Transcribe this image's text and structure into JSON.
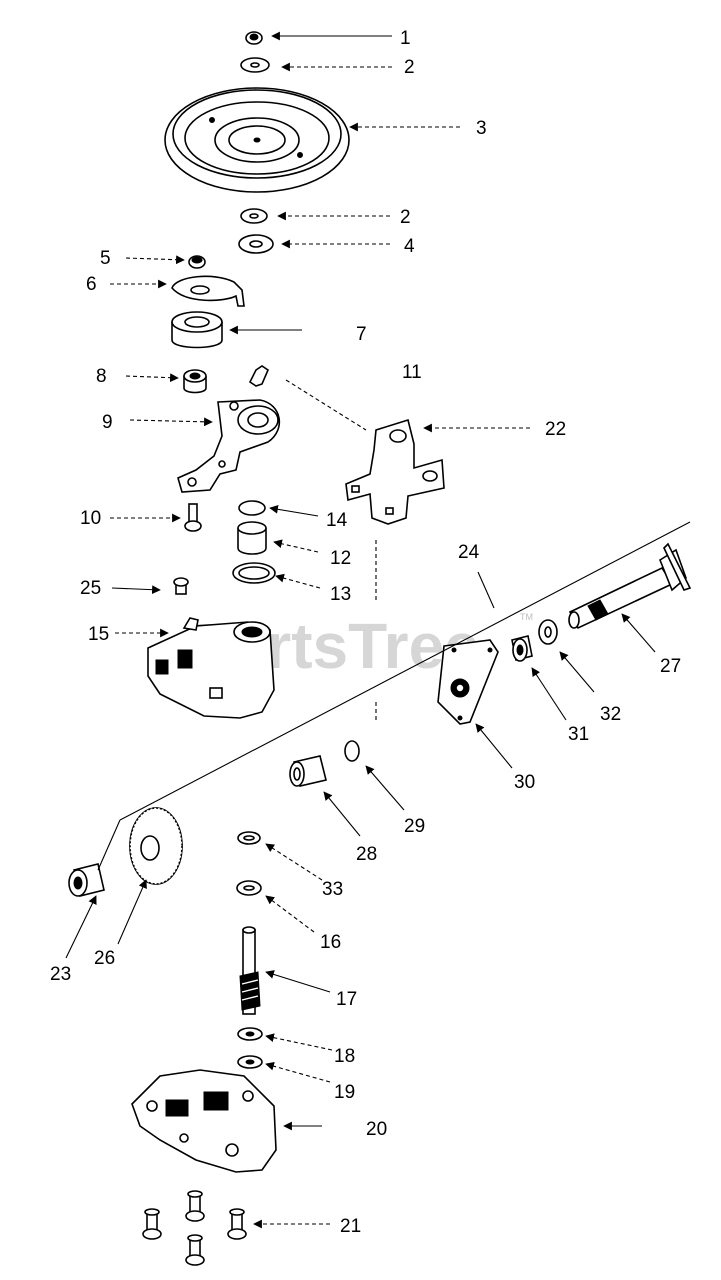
{
  "watermark": {
    "text": "PartsTree",
    "trademark": "TM"
  },
  "callouts": [
    {
      "id": "c1",
      "label": "1"
    },
    {
      "id": "c2a",
      "label": "2"
    },
    {
      "id": "c3",
      "label": "3"
    },
    {
      "id": "c2b",
      "label": "2"
    },
    {
      "id": "c4",
      "label": "4"
    },
    {
      "id": "c5",
      "label": "5"
    },
    {
      "id": "c6",
      "label": "6"
    },
    {
      "id": "c7",
      "label": "7"
    },
    {
      "id": "c8",
      "label": "8"
    },
    {
      "id": "c11",
      "label": "11"
    },
    {
      "id": "c9",
      "label": "9"
    },
    {
      "id": "c22",
      "label": "22"
    },
    {
      "id": "c10",
      "label": "10"
    },
    {
      "id": "c14",
      "label": "14"
    },
    {
      "id": "c12",
      "label": "12"
    },
    {
      "id": "c24",
      "label": "24"
    },
    {
      "id": "c25",
      "label": "25"
    },
    {
      "id": "c13",
      "label": "13"
    },
    {
      "id": "c15",
      "label": "15"
    },
    {
      "id": "c27",
      "label": "27"
    },
    {
      "id": "c32",
      "label": "32"
    },
    {
      "id": "c31",
      "label": "31"
    },
    {
      "id": "c30",
      "label": "30"
    },
    {
      "id": "c29",
      "label": "29"
    },
    {
      "id": "c28",
      "label": "28"
    },
    {
      "id": "c33",
      "label": "33"
    },
    {
      "id": "c26",
      "label": "26"
    },
    {
      "id": "c23",
      "label": "23"
    },
    {
      "id": "c16",
      "label": "16"
    },
    {
      "id": "c17",
      "label": "17"
    },
    {
      "id": "c18",
      "label": "18"
    },
    {
      "id": "c19",
      "label": "19"
    },
    {
      "id": "c20",
      "label": "20"
    },
    {
      "id": "c21",
      "label": "21"
    }
  ]
}
